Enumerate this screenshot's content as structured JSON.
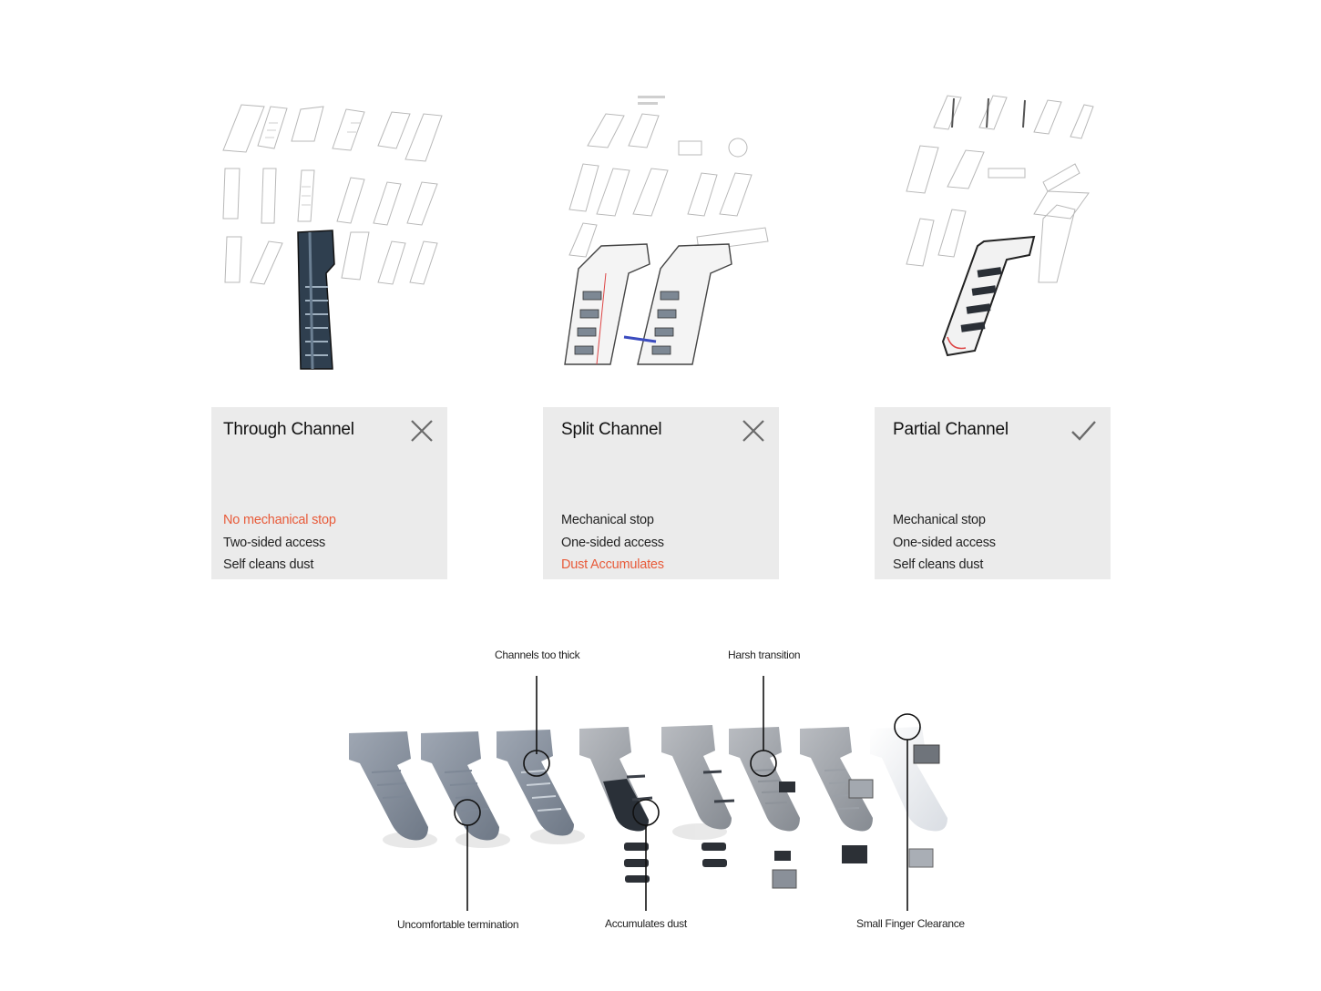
{
  "colors": {
    "negative": "#e85b3a",
    "card_bg": "#ebebeb",
    "icon": "#6b6b6b"
  },
  "cards": [
    {
      "title": "Through Channel",
      "verdict": "rejected",
      "verdict_icon": "x-icon",
      "points": [
        {
          "text": "No mechanical stop",
          "negative": true
        },
        {
          "text": "Two-sided access",
          "negative": false
        },
        {
          "text": "Self cleans dust",
          "negative": false
        }
      ]
    },
    {
      "title": "Split Channel",
      "verdict": "rejected",
      "verdict_icon": "x-icon",
      "points": [
        {
          "text": "Mechanical stop",
          "negative": false
        },
        {
          "text": "One-sided access",
          "negative": false
        },
        {
          "text": "Dust Accumulates",
          "negative": true
        }
      ]
    },
    {
      "title": "Partial Channel",
      "verdict": "selected",
      "verdict_icon": "check-icon",
      "points": [
        {
          "text": "Mechanical stop",
          "negative": false
        },
        {
          "text": "One-sided access",
          "negative": false
        },
        {
          "text": "Self cleans dust",
          "negative": false
        }
      ]
    }
  ],
  "callouts": {
    "channels_too_thick": "Channels too thick",
    "harsh_transition": "Harsh transition",
    "uncomfortable_termination": "Uncomfortable termination",
    "accumulates_dust": "Accumulates dust",
    "small_finger_clearance": "Small Finger Clearance"
  }
}
